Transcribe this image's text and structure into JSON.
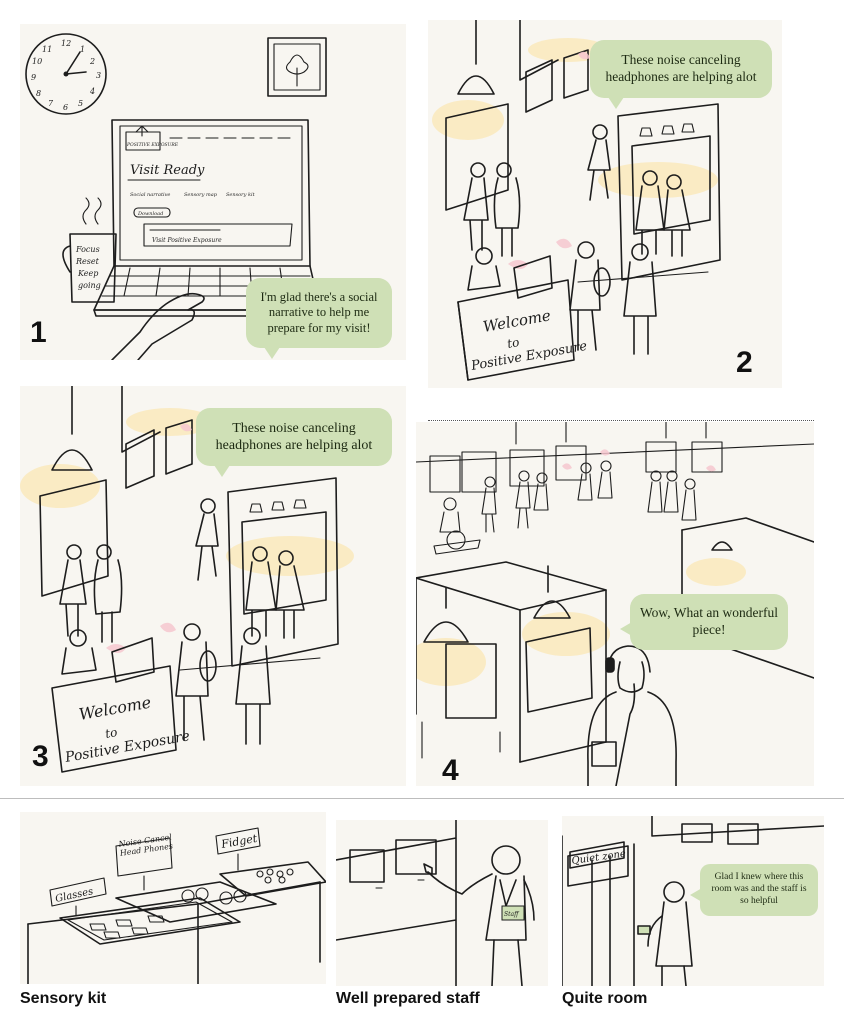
{
  "panels": {
    "p1": {
      "number": "1",
      "speech": "I'm glad there's a social narrative to help me prepare for my visit!",
      "mug_text": [
        "Focus",
        "Reset",
        "Keep",
        "going"
      ],
      "screen": {
        "logo": "POSITIVE EXPOSURE",
        "title": "Visit Ready",
        "tabs": [
          "Social narrative",
          "Sensory map",
          "Sensory kit"
        ],
        "button": "Download",
        "footer": "Visit Positive Exposure"
      },
      "clock_numbers": [
        "12",
        "1",
        "2",
        "3",
        "4",
        "5",
        "6",
        "7",
        "8",
        "9",
        "10",
        "11"
      ]
    },
    "p2": {
      "number": "2",
      "speech": "These noise canceling headphones are helping alot",
      "desk_text": [
        "Welcome",
        "to",
        "Positive Exposure"
      ]
    },
    "p3": {
      "number": "3",
      "speech": "These noise canceling headphones are helping alot",
      "desk_text": [
        "Welcome",
        "to",
        "Positive Exposure"
      ]
    },
    "p4": {
      "number": "4",
      "speech": "Wow, What an wonderful piece!"
    },
    "kit": {
      "caption": "Sensory kit",
      "signs": [
        "Glasses",
        "Noise Cancel Head Phones",
        "Fidget"
      ]
    },
    "staff": {
      "caption": "Well prepared staff",
      "badge": "Staff"
    },
    "quiet": {
      "caption": "Quite room",
      "sign": "Quiet zone",
      "speech": "Glad I knew where this room was and the staff is so helpful"
    }
  },
  "colors": {
    "bubble": "#cfe0b6",
    "panel_bg": "#f8f6f1",
    "light_glow": "#fbe7b4",
    "blush": "#f6c7cf"
  }
}
